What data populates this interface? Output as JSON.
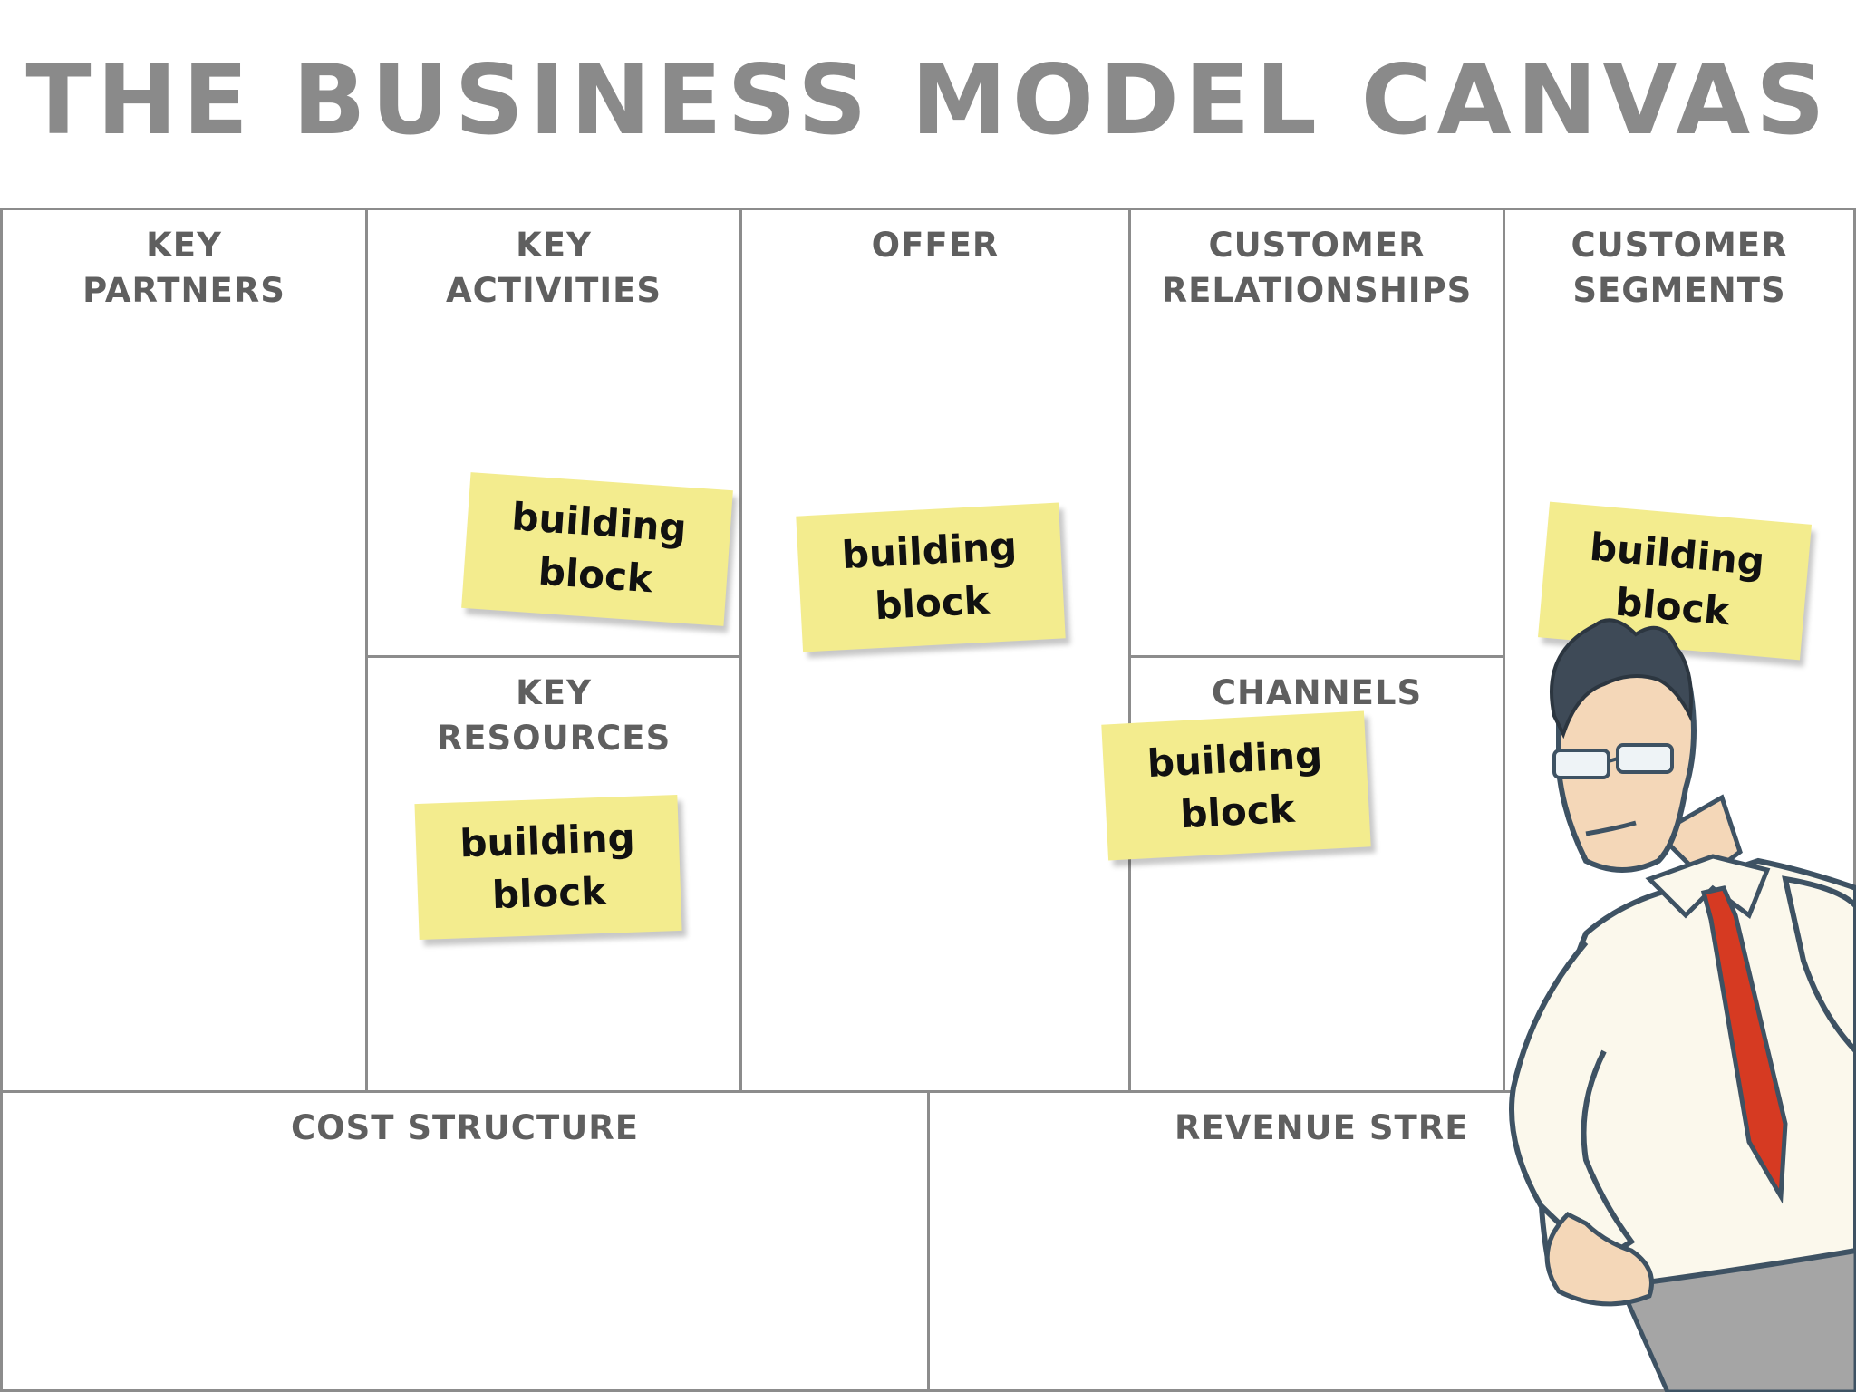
{
  "title": "The Business Model Canvas",
  "blocks": {
    "key_partners": "Key\nPartners",
    "key_activities": "Key\nActivities",
    "key_resources": "Key\nResources",
    "offer": "Offer",
    "customer_relationships": "Customer\nRelationships",
    "channels": "Channels",
    "customer_segments": "Customer\nSegments",
    "cost_structure": "Cost Structure",
    "revenue_streams": "Revenue Stre"
  },
  "notes": [
    {
      "line1": "building",
      "line2": "block"
    },
    {
      "line1": "building",
      "line2": "block"
    },
    {
      "line1": "building",
      "line2": "block"
    },
    {
      "line1": "building",
      "line2": "block"
    },
    {
      "line1": "building",
      "line2": "block"
    }
  ],
  "colors": {
    "note": "#f3ec8e",
    "grid": "#8c8c8c",
    "title": "#8a8a8a",
    "tie": "#d63a22",
    "shirt": "#fbf8ec",
    "skin": "#f4d7b8",
    "outline": "#3e5263",
    "pants": "#a5a5a5"
  },
  "illustration": "businessman-cartoon"
}
